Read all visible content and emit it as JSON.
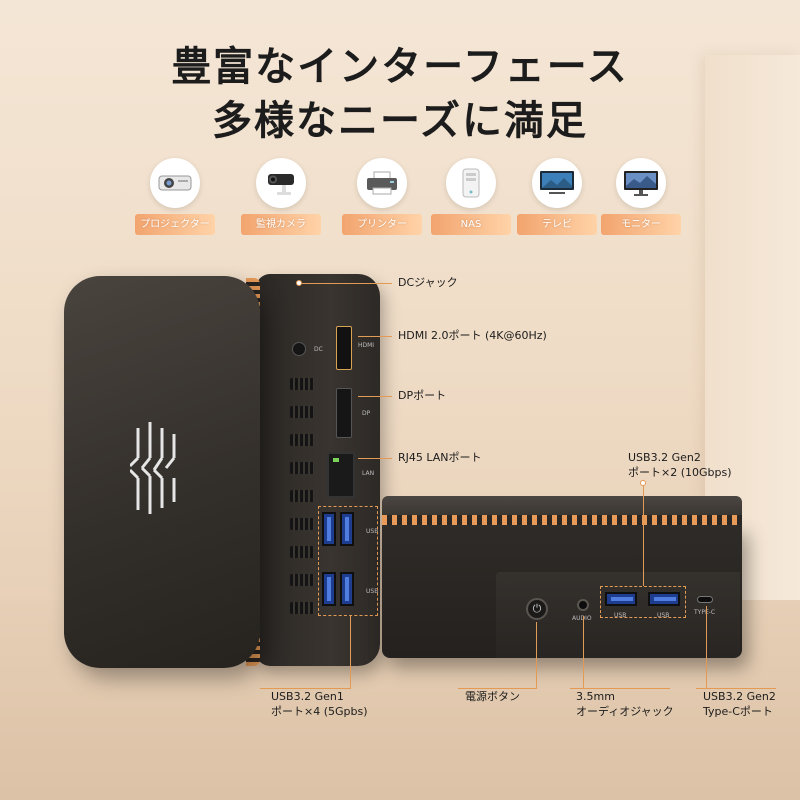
{
  "headline": {
    "line1": "豊富なインターフェース",
    "line2": "多様なニーズに満足"
  },
  "devices": [
    {
      "label": "プロジェクター",
      "icon": "projector-icon"
    },
    {
      "label": "監視カメラ",
      "icon": "security-camera-icon"
    },
    {
      "label": "プリンター",
      "icon": "printer-icon"
    },
    {
      "label": "NAS",
      "icon": "nas-icon"
    },
    {
      "label": "テレビ",
      "icon": "tv-icon"
    },
    {
      "label": "モニター",
      "icon": "monitor-icon"
    }
  ],
  "callouts": {
    "dc": "DCジャック",
    "hdmi": "HDMI 2.0ポート (4K@60Hz)",
    "dp": "DPポート",
    "lan": "RJ45 LANポート",
    "usb_gen2_line1": "USB3.2 Gen2",
    "usb_gen2_line2": "ポート×2 (10Gbps)",
    "usb_gen1_line1": "USB3.2 Gen1",
    "usb_gen1_line2": "ポート×4 (5Gpbs)",
    "power": "電源ボタン",
    "audio_line1": "3.5mm",
    "audio_line2": "オーディオジャック",
    "typec_line1": "USB3.2 Gen2",
    "typec_line2": "Type-Cポート"
  },
  "port_markings": {
    "dc": "DC",
    "hdmi": "HDMI",
    "dp": "DP",
    "lan": "LAN",
    "usb1": "USB",
    "usb2": "USB",
    "audio": "AUDIO",
    "usb_a1": "USB",
    "usb_a2": "USB",
    "typec": "TYPE-C"
  },
  "colors": {
    "accent": "#e39a55",
    "pill_gradient_start": "#f2a46e",
    "pill_gradient_end": "#ffd3a8",
    "device_body": "#2f2b28",
    "usb_blue": "#1e3d8f"
  }
}
